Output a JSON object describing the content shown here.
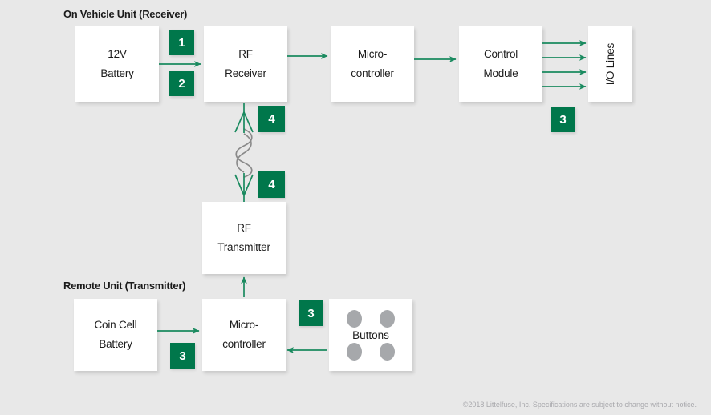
{
  "page": {
    "background_color": "#e8e8e8",
    "footer_note": "©2018 Littelfuse, Inc. Specifications are subject to change without notice."
  },
  "colors": {
    "badge_green": "#00774b",
    "arrow_green": "#1a8a5f",
    "wave_gray": "#8a8a8a",
    "button_dot_gray": "#a6a8ab",
    "block_white": "#ffffff"
  },
  "sections": [
    {
      "id": "receiver",
      "label": "On Vehicle Unit (Receiver)"
    },
    {
      "id": "transmitter",
      "label": "Remote Unit (Transmitter)"
    }
  ],
  "blocks": [
    {
      "id": "battery_12v",
      "lines": [
        "12V",
        "Battery"
      ]
    },
    {
      "id": "rf_receiver",
      "lines": [
        "RF",
        "Receiver"
      ]
    },
    {
      "id": "mcu_receiver",
      "lines": [
        "Micro-",
        "controller"
      ]
    },
    {
      "id": "control_module",
      "lines": [
        "Control",
        "Module"
      ]
    },
    {
      "id": "io_lines",
      "lines": [
        "I/O Lines"
      ]
    },
    {
      "id": "rf_transmitter",
      "lines": [
        "RF",
        "Transmitter"
      ]
    },
    {
      "id": "coin_cell",
      "lines": [
        "Coin Cell",
        "Battery"
      ]
    },
    {
      "id": "mcu_transmitter",
      "lines": [
        "Micro-",
        "controller"
      ]
    },
    {
      "id": "buttons",
      "lines": [
        "Buttons"
      ]
    }
  ],
  "badges": [
    {
      "id": "badge-1-battery-to-rf",
      "number": "1"
    },
    {
      "id": "badge-2-battery-to-rf",
      "number": "2"
    },
    {
      "id": "badge-4-receiver-antenna",
      "number": "4"
    },
    {
      "id": "badge-4-transmitter-antenna",
      "number": "4"
    },
    {
      "id": "badge-3-io-lines",
      "number": "3"
    },
    {
      "id": "badge-3-buttons",
      "number": "3"
    },
    {
      "id": "badge-3-coin-cell",
      "number": "3"
    }
  ]
}
